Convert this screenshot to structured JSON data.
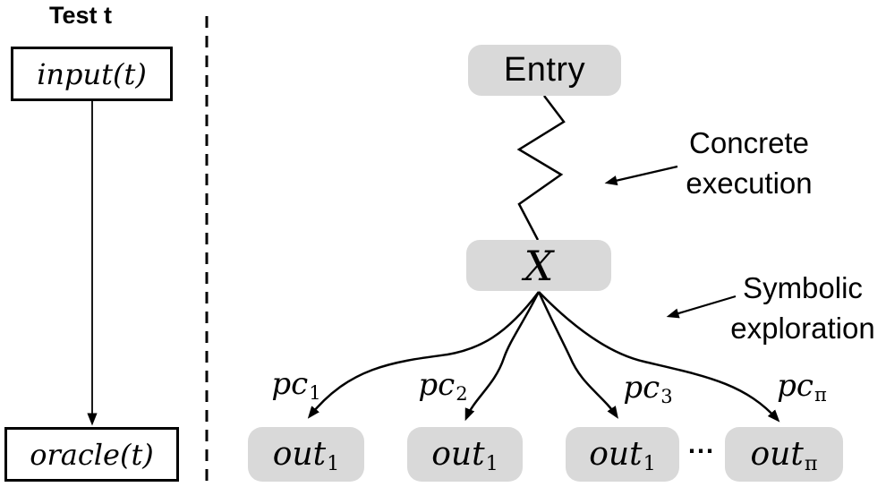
{
  "left_panel": {
    "title": "Test t",
    "input_label": "input(t)",
    "oracle_label": "oracle(t)"
  },
  "tree": {
    "entry_label": "Entry",
    "state_label": "X",
    "ellipsis": "⋯",
    "branches": [
      {
        "pc_base": "pc",
        "pc_sub": "1",
        "out_base": "out",
        "out_sub": "1"
      },
      {
        "pc_base": "pc",
        "pc_sub": "2",
        "out_base": "out",
        "out_sub": "1"
      },
      {
        "pc_base": "pc",
        "pc_sub": "3",
        "out_base": "out",
        "out_sub": "1"
      },
      {
        "pc_base": "pc",
        "pc_sub": "π",
        "out_base": "out",
        "out_sub": "π"
      }
    ]
  },
  "annotations": {
    "concrete_execution": {
      "line1": "Concrete",
      "line2": "execution"
    },
    "symbolic_exploration": {
      "line1": "Symbolic",
      "line2": "exploration"
    }
  },
  "colors": {
    "node_fill": "#d9d9d9",
    "stroke": "#000000",
    "text": "#000000",
    "background": "#ffffff"
  }
}
